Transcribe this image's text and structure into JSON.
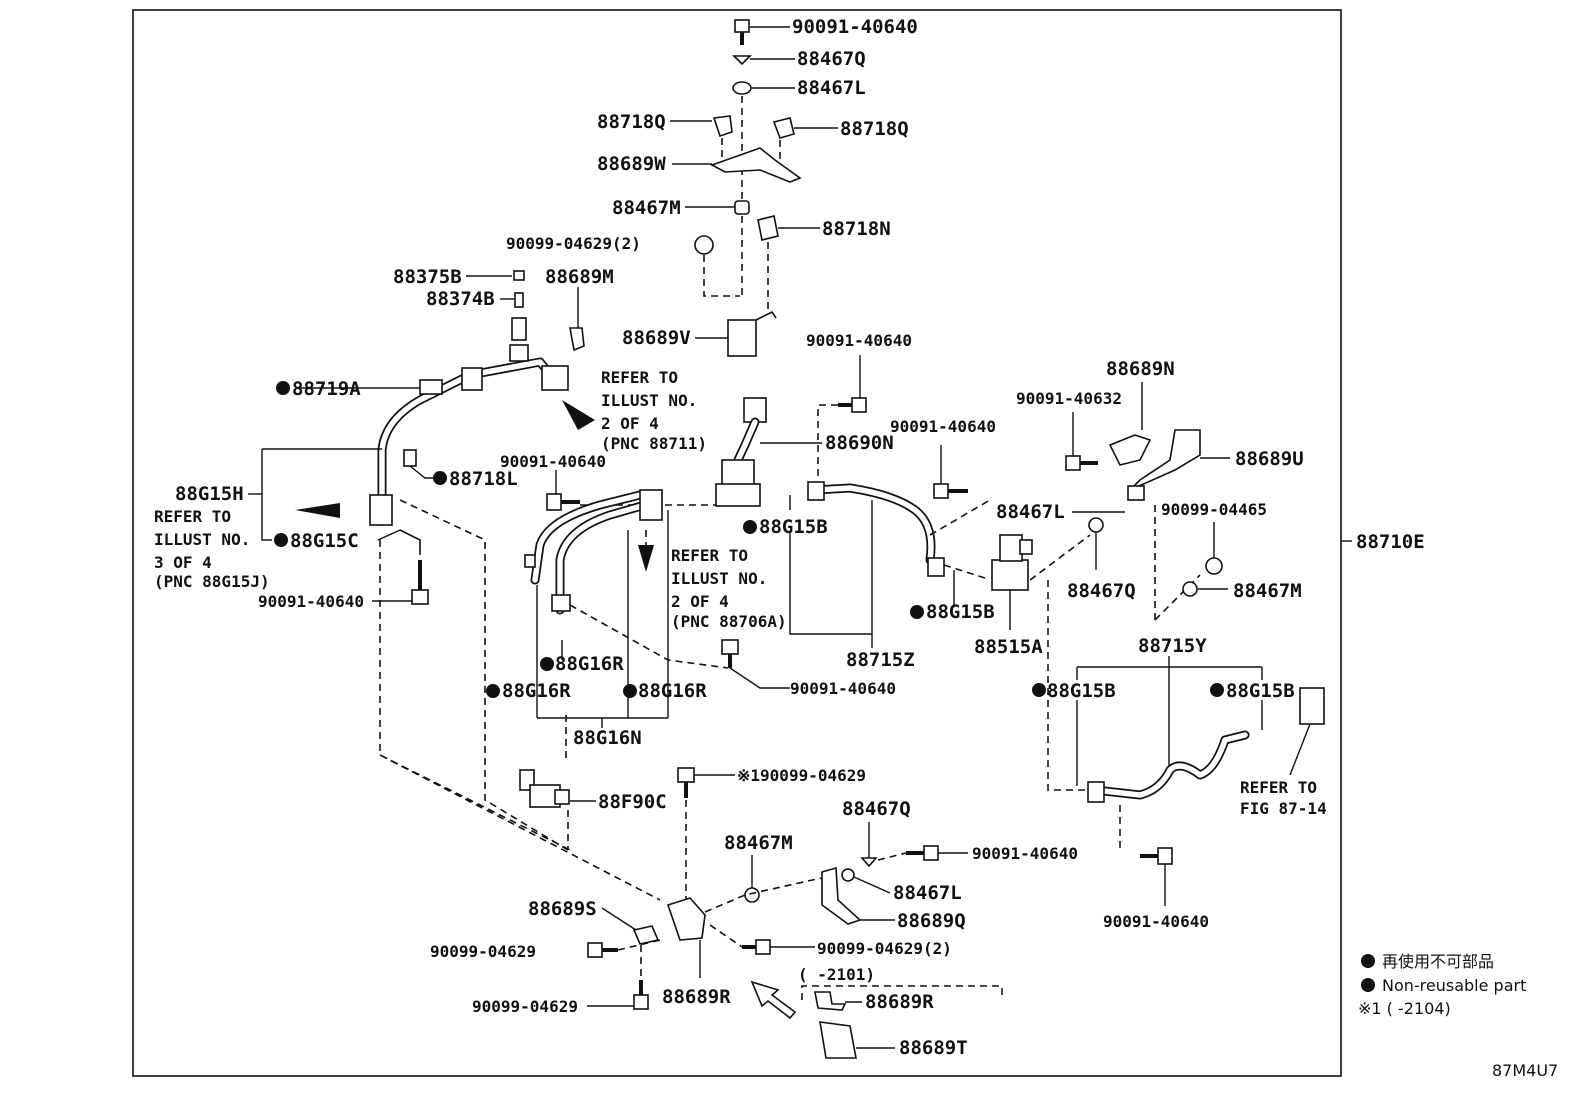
{
  "diagram_id": "87M4U7",
  "parts": {
    "p_90091_40640_top": "90091-40640",
    "p_88467Q_top": "88467Q",
    "p_88467L_top": "88467L",
    "p_88718Q_left": "88718Q",
    "p_88718Q_right": "88718Q",
    "p_88689W": "88689W",
    "p_88467M_top": "88467M",
    "p_88718N": "88718N",
    "p_90099_04629_2_top": "90099-04629(2)",
    "p_88375B": "88375B",
    "p_88374B": "88374B",
    "p_88689M": "88689M",
    "p_88689V": "88689V",
    "p_88719A": "88719A",
    "p_88718L": "88718L",
    "p_88G15H": "88G15H",
    "p_88G15C": "88G15C",
    "p_90091_40640_left": "90091-40640",
    "p_90091_40640_mid": "90091-40640",
    "p_90091_40640_midtop": "90091-40640",
    "p_88690N": "88690N",
    "p_88G15B_mid": "88G15B",
    "p_88G15B_right": "88G15B",
    "p_88715Z": "88715Z",
    "p_88515A": "88515A",
    "p_90091_40640_r": "90091-40640",
    "p_90091_40632": "90091-40632",
    "p_88689N": "88689N",
    "p_88689U": "88689U",
    "p_88467L_r": "88467L",
    "p_90099_04465": "90099-04465",
    "p_88467Q_r": "88467Q",
    "p_88467M_r": "88467M",
    "p_88710E": "88710E",
    "p_88715Y": "88715Y",
    "p_88G15B_r1": "88G15B",
    "p_88G15B_r2": "88G15B",
    "p_88G16R_a": "88G16R",
    "p_88G16R_b": "88G16R",
    "p_88G16R_c": "88G16R",
    "p_88G16N": "88G16N",
    "p_90091_40640_c": "90091-40640",
    "p_88F90C": "88F90C",
    "p_note1_90099_04629": "※190099-04629",
    "p_88467Q_b": "88467Q",
    "p_90091_40640_b": "90091-40640",
    "p_88467M_b": "88467M",
    "p_88467L_b": "88467L",
    "p_88689Q": "88689Q",
    "p_88689S": "88689S",
    "p_90099_04629_b1": "90099-04629",
    "p_90099_04629_2_b": "90099-04629(2)",
    "p_90099_04629_b2": "90099-04629",
    "p_88689R_a": "88689R",
    "p_88689R_b": "88689R",
    "p_88689T": "88689T",
    "p_90091_40640_rb": "90091-40640",
    "range_2101": "(      -2101)"
  },
  "refs": {
    "ref_a": [
      "REFER TO",
      "ILLUST NO.",
      "2 OF 4",
      "(PNC 88711)"
    ],
    "ref_b": [
      "REFER TO",
      "ILLUST NO.",
      "3 OF 4",
      "(PNC 88G15J)"
    ],
    "ref_c": [
      "REFER TO",
      "ILLUST NO.",
      "2 OF 4",
      "(PNC 88706A)"
    ],
    "ref_d": [
      "REFER TO",
      "FIG 87-14"
    ]
  },
  "legend": {
    "line1": "再使用不可部品",
    "line2": "Non-reusable part",
    "line3": "※1 (      -2104)"
  }
}
